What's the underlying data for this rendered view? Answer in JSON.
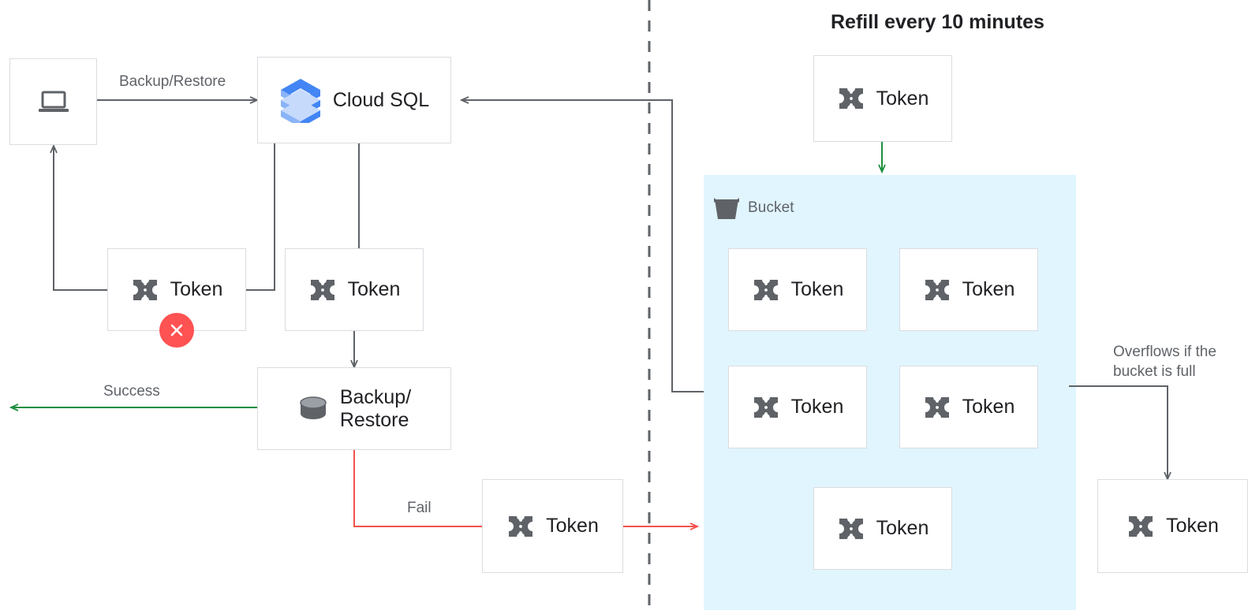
{
  "diagram": {
    "title": "Refill every 10 minutes",
    "colors": {
      "bucket_fill": "#e1f5fe",
      "box_border": "#dadce0",
      "wire_dark": "#5f6368",
      "wire_success": "#1e8e3e",
      "wire_fail": "#f4524d",
      "error_badge": "#ff5252",
      "text_primary": "#202124",
      "text_secondary": "#5f6368",
      "cloudsql_blue_dark": "#4285f4",
      "cloudsql_blue_mid": "#8ab4f8",
      "cloudsql_blue_light": "#c6dafc"
    }
  },
  "nodes": {
    "client": {
      "icon": "laptop-icon",
      "label": ""
    },
    "cloud_sql": {
      "icon": "cloud-sql-icon",
      "label": "Cloud SQL"
    },
    "token_rejected": {
      "icon": "token-icon",
      "label": "Token",
      "status_icon": "error-x-icon"
    },
    "token_consumed": {
      "icon": "token-icon",
      "label": "Token"
    },
    "backup_restore": {
      "icon": "database-icon",
      "label": "Backup/\nRestore"
    },
    "token_failed": {
      "icon": "token-icon",
      "label": "Token"
    },
    "token_refill": {
      "icon": "token-icon",
      "label": "Token"
    },
    "token_overflow": {
      "icon": "token-icon",
      "label": "Token"
    }
  },
  "bucket": {
    "icon": "bucket-icon",
    "label": "Bucket",
    "tokens": [
      {
        "icon": "token-icon",
        "label": "Token"
      },
      {
        "icon": "token-icon",
        "label": "Token"
      },
      {
        "icon": "token-icon",
        "label": "Token"
      },
      {
        "icon": "token-icon",
        "label": "Token"
      },
      {
        "icon": "token-icon",
        "label": "Token"
      }
    ]
  },
  "edges": {
    "backup_restore_label": "Backup/Restore",
    "success_label": "Success",
    "fail_label": "Fail",
    "overflow_label": "Overflows if the\nbucket is full"
  }
}
